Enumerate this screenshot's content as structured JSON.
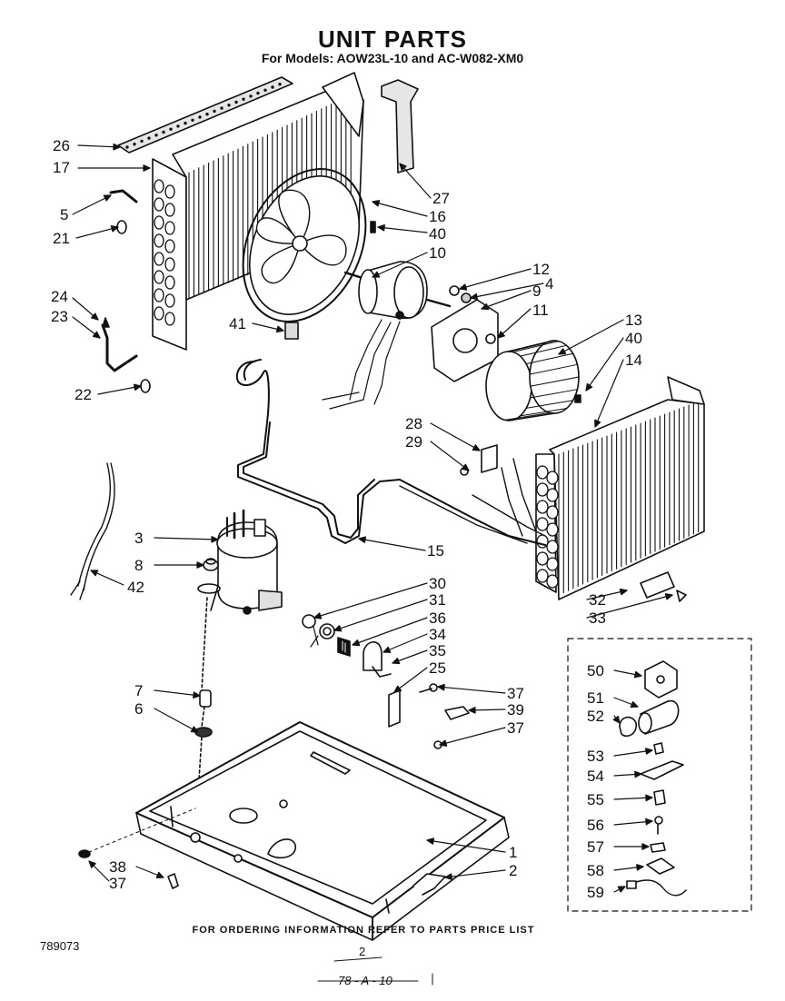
{
  "header": {
    "title": "UNIT PARTS",
    "subtitle": "For Models: AOW23L-10 and AC-W082-XM0"
  },
  "callouts": [
    {
      "id": "c26",
      "text": "26"
    },
    {
      "id": "c17",
      "text": "17"
    },
    {
      "id": "c5",
      "text": "5"
    },
    {
      "id": "c21",
      "text": "21"
    },
    {
      "id": "c24",
      "text": "24"
    },
    {
      "id": "c23",
      "text": "23"
    },
    {
      "id": "c22",
      "text": "22"
    },
    {
      "id": "c27",
      "text": "27"
    },
    {
      "id": "c16",
      "text": "16"
    },
    {
      "id": "c40a",
      "text": "40"
    },
    {
      "id": "c10",
      "text": "10"
    },
    {
      "id": "c12",
      "text": "12"
    },
    {
      "id": "c4",
      "text": "4"
    },
    {
      "id": "c9",
      "text": "9"
    },
    {
      "id": "c11",
      "text": "11"
    },
    {
      "id": "c41",
      "text": "41"
    },
    {
      "id": "c13",
      "text": "13"
    },
    {
      "id": "c40b",
      "text": "40"
    },
    {
      "id": "c14",
      "text": "14"
    },
    {
      "id": "c28",
      "text": "28"
    },
    {
      "id": "c29",
      "text": "29"
    },
    {
      "id": "c3",
      "text": "3"
    },
    {
      "id": "c8",
      "text": "8"
    },
    {
      "id": "c42",
      "text": "42"
    },
    {
      "id": "c15",
      "text": "15"
    },
    {
      "id": "c30",
      "text": "30"
    },
    {
      "id": "c31",
      "text": "31"
    },
    {
      "id": "c36",
      "text": "36"
    },
    {
      "id": "c34",
      "text": "34"
    },
    {
      "id": "c35",
      "text": "35"
    },
    {
      "id": "c25",
      "text": "25"
    },
    {
      "id": "c37a",
      "text": "37"
    },
    {
      "id": "c39",
      "text": "39"
    },
    {
      "id": "c37b",
      "text": "37"
    },
    {
      "id": "c32",
      "text": "32"
    },
    {
      "id": "c33",
      "text": "33"
    },
    {
      "id": "c7",
      "text": "7"
    },
    {
      "id": "c6",
      "text": "6"
    },
    {
      "id": "c1",
      "text": "1"
    },
    {
      "id": "c2",
      "text": "2"
    },
    {
      "id": "c38",
      "text": "38"
    },
    {
      "id": "c37c",
      "text": "37"
    },
    {
      "id": "c50",
      "text": "50"
    },
    {
      "id": "c51",
      "text": "51"
    },
    {
      "id": "c52",
      "text": "52"
    },
    {
      "id": "c53",
      "text": "53"
    },
    {
      "id": "c54",
      "text": "54"
    },
    {
      "id": "c55",
      "text": "55"
    },
    {
      "id": "c56",
      "text": "56"
    },
    {
      "id": "c57",
      "text": "57"
    },
    {
      "id": "c58",
      "text": "58"
    },
    {
      "id": "c59",
      "text": "59"
    }
  ],
  "footer": {
    "ordering_note": "FOR ORDERING INFORMATION REFER TO PARTS PRICE LIST",
    "doc_number": "789073",
    "page_mark": "2",
    "date_mark": "78 - A - 10"
  }
}
